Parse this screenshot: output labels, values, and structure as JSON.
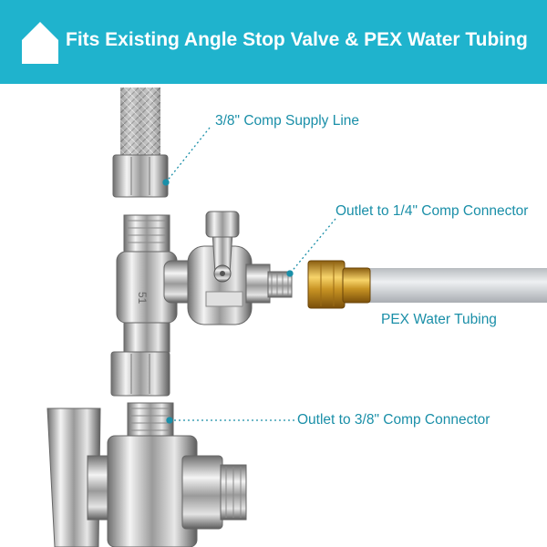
{
  "banner": {
    "title": "Fits Existing Angle Stop Valve & PEX Water Tubing",
    "background_color": "#1fb3cd",
    "icon": "home-icon"
  },
  "callouts": {
    "supply_line": "3/8\" Comp Supply Line",
    "outlet_quarter": "Outlet to 1/4\" Comp Connector",
    "pex_tubing": "PEX Water Tubing",
    "outlet_three_eighths": "Outlet to 3/8\" Comp Connector",
    "accent_color": "#1a8fa8"
  }
}
